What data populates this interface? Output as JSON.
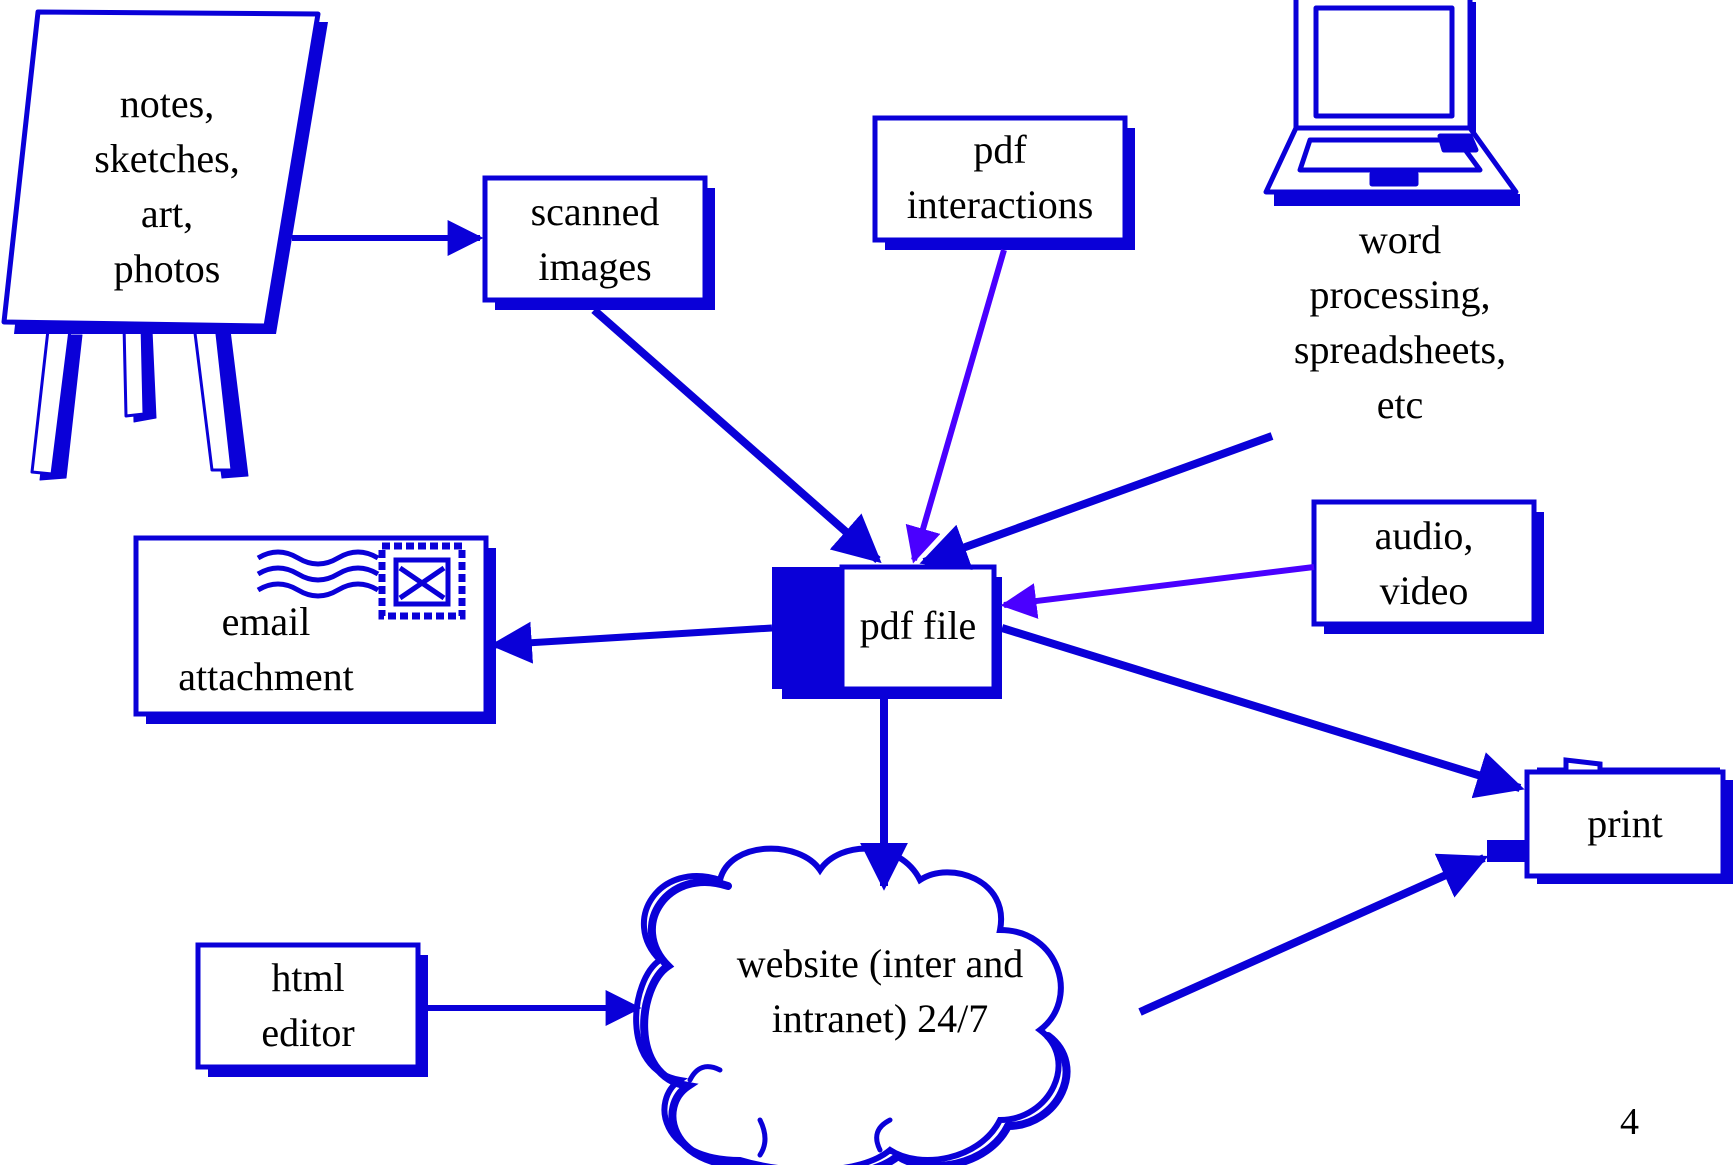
{
  "colors": {
    "stroke": "#0a00d8",
    "accent": "#4a00ff",
    "background": "#ffffff",
    "text": "#000000"
  },
  "nodes": {
    "easel": {
      "lines": [
        "notes,",
        "sketches,",
        "art,",
        "photos"
      ],
      "icon": "easel-icon"
    },
    "scanned": {
      "lines": [
        "scanned",
        "images"
      ]
    },
    "pdf_interactions": {
      "lines": [
        "pdf",
        "interactions"
      ]
    },
    "laptop": {
      "lines": [
        "word",
        "processing,",
        "spreadsheets,",
        "etc"
      ],
      "icon": "laptop-icon"
    },
    "pdf_file": {
      "lines": [
        "pdf file"
      ]
    },
    "email": {
      "lines": [
        "email",
        "attachment"
      ],
      "icon": "envelope-icon"
    },
    "audio_video": {
      "lines": [
        "audio,",
        "video"
      ]
    },
    "print": {
      "lines": [
        "print"
      ],
      "icon": "printer-icon"
    },
    "website": {
      "lines": [
        "website (inter and",
        "intranet) 24/7"
      ],
      "icon": "cloud-icon"
    },
    "html_editor": {
      "lines": [
        "html",
        "editor"
      ]
    }
  },
  "page_number": "4"
}
